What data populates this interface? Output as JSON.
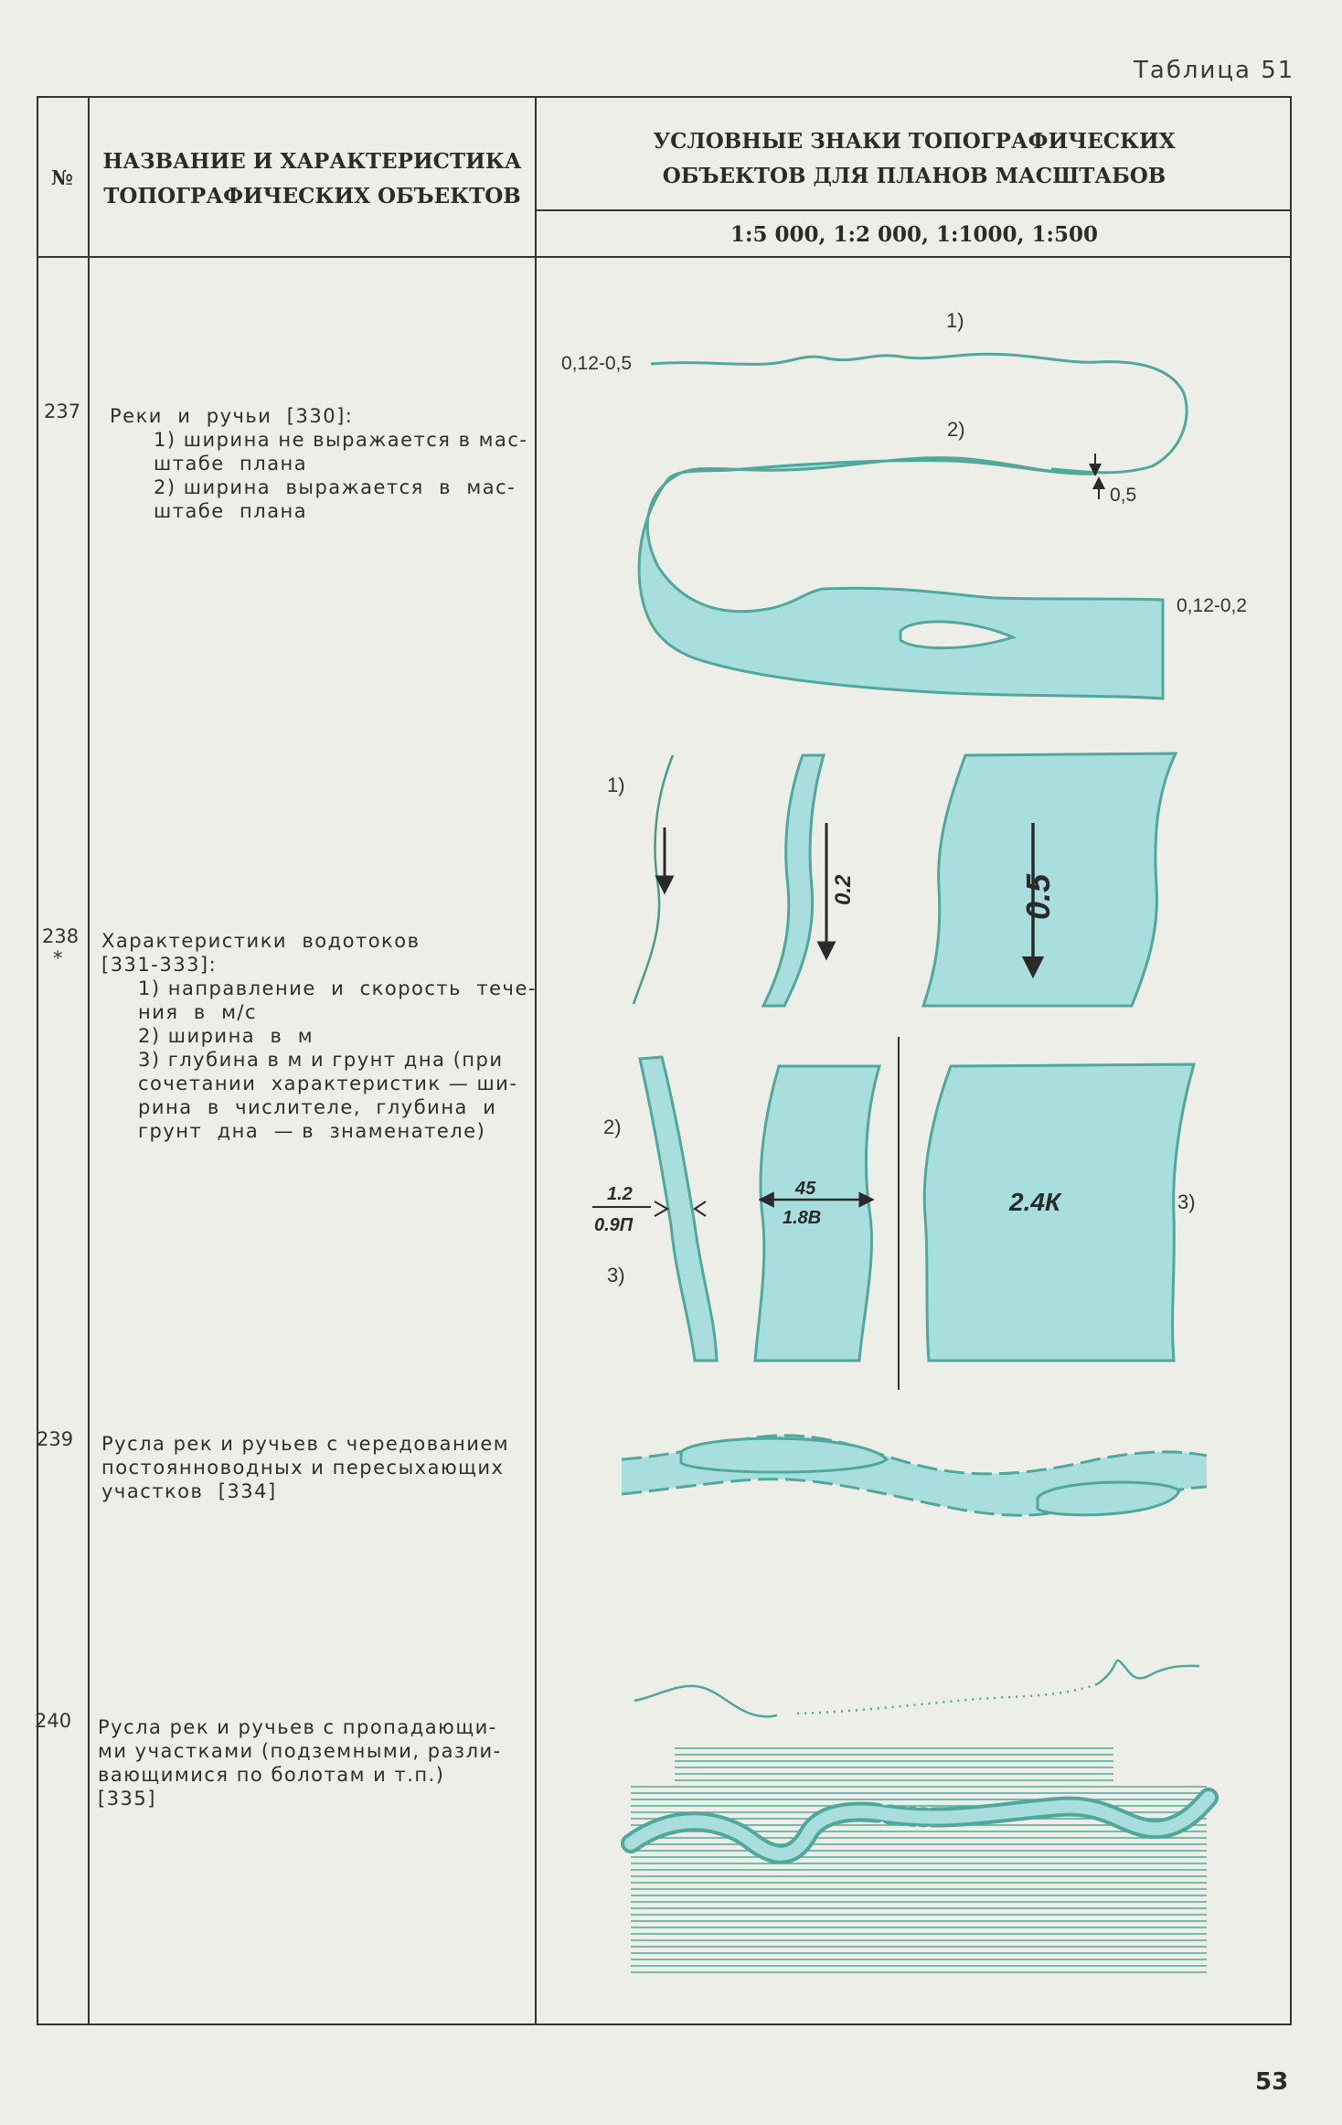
{
  "table_label": "Таблица 51",
  "page_number": "53",
  "header": {
    "number_col": "№",
    "name_col_line1": "НАЗВАНИЕ И ХАРАКТЕРИСТИКА",
    "name_col_line2": "ТОПОГРАФИЧЕСКИХ ОБЪЕКТОВ",
    "symbols_col_line1": "УСЛОВНЫЕ ЗНАКИ ТОПОГРАФИЧЕСКИХ",
    "symbols_col_line2": "ОБЪЕКТОВ ДЛЯ ПЛАНОВ МАСШТАБОВ",
    "scales": "1:5 000, 1:2 000, 1:1000, 1:500"
  },
  "rows": [
    {
      "number": "237",
      "lines": [
        "Реки  и  ручьи  [330]:",
        "1) ширина не выражается в мас-",
        "штабе  плана",
        "2) ширина  выражается  в  мас-",
        "штабе  плана"
      ]
    },
    {
      "number": "238",
      "marker": "*",
      "lines": [
        "Характеристики  водотоков",
        "[331-333]:",
        "1) направление  и  скорость  тече-",
        "ния  в  м/с",
        "2) ширина  в  м",
        "3) глубина в м и грунт дна (при",
        "сочетании  характеристик — ши-",
        "рина  в  числителе,  глубина  и",
        "грунт  дна  — в  знаменателе)"
      ]
    },
    {
      "number": "239",
      "lines": [
        "Русла рек и ручьев с чередованием",
        "постоянноводных и пересыхающих",
        "участков  [334]"
      ]
    },
    {
      "number": "240",
      "lines": [
        "Русла рек и ручьев с пропадающи-",
        "ми участками (подземными, разли-",
        "вающимися по болотам и т.п.)",
        "[335]"
      ]
    }
  ],
  "symbols": {
    "r237": {
      "label1": "1)",
      "label2": "2)",
      "thin_width": "0,12-0,5",
      "gap": "0,5",
      "bank_width": "0,12-0,2"
    },
    "r238": {
      "label1": "1)",
      "speed_a": "0.2",
      "speed_b": "0.5",
      "label2": "2)",
      "label3": "3)",
      "label3_right": "3)",
      "frac_top": "1.2",
      "frac_bottom": "0.9П",
      "width_top": "45",
      "width_bottom": "1.8В",
      "depth": "2.4К"
    }
  },
  "colors": {
    "water": "#a9dede",
    "water_line": "#4fa89a",
    "rule": "#333333"
  }
}
